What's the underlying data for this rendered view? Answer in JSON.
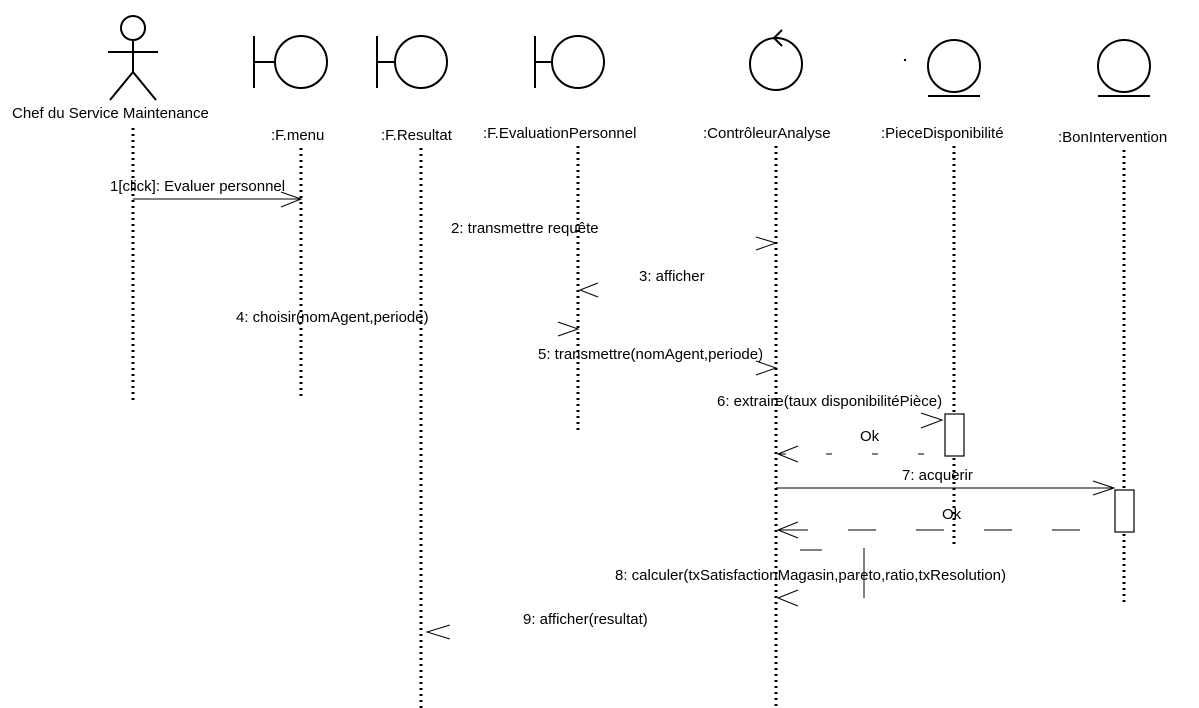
{
  "participants": [
    {
      "kind": "actor",
      "label": "Chef du Service Maintenance"
    },
    {
      "kind": "boundary",
      "label": ":F.menu"
    },
    {
      "kind": "boundary",
      "label": ":F.Resultat"
    },
    {
      "kind": "boundary",
      "label": ":F.EvaluationPersonnel"
    },
    {
      "kind": "control",
      "label": ":ContrôleurAnalyse"
    },
    {
      "kind": "entity",
      "label": ":PieceDisponibilité"
    },
    {
      "kind": "entity",
      "label": ":BonIntervention"
    }
  ],
  "messages": [
    {
      "label": "1[click]: Evaluer personnel"
    },
    {
      "label": "2: transmettre requête"
    },
    {
      "label": "3: afficher"
    },
    {
      "label": "4: choisir(nomAgent,periode)"
    },
    {
      "label": "5: transmettre(nomAgent,periode)"
    },
    {
      "label": "6: extraire(taux disponibilitéPièce)"
    },
    {
      "label": "Ok"
    },
    {
      "label": "7: acquerir"
    },
    {
      "label": "Ok"
    },
    {
      "label": "8: calculer(txSatisfactionMagasin,pareto,ratio,txResolution)"
    },
    {
      "label": "9: afficher(resultat)"
    }
  ]
}
